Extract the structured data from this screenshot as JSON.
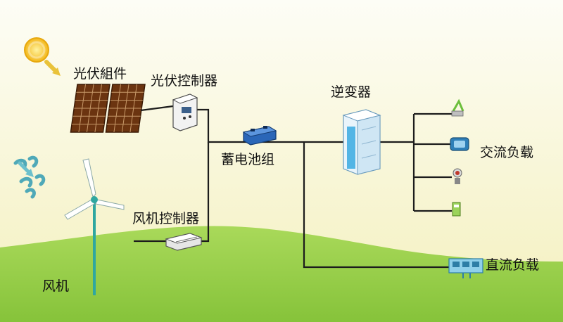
{
  "diagram": {
    "labels": {
      "pv_module": "光伏組件",
      "pv_controller": "光伏控制器",
      "battery_bank": "蓄电池组",
      "inverter": "逆变器",
      "ac_load": "交流负载",
      "wind_controller": "风机控制器",
      "wind_turbine": "风机",
      "dc_load": "直流负载"
    },
    "colors": {
      "sky_top": "#fbfbf0",
      "sky_bottom": "#f6f3c2",
      "ground": "#8fca3e",
      "ground_light": "#a9d95a",
      "wire": "#1c1c1c",
      "panel": "#7a3b12",
      "sun": "#f6c21a",
      "turbine_tower": "#2fa7a0"
    },
    "icons": [
      "sun-icon",
      "solar-panel-icon",
      "controller-box-icon",
      "battery-icon",
      "inverter-cabinet-icon",
      "wind-turbine-icon",
      "wind-swirl-icon",
      "ac-device-icon",
      "dc-device-icon"
    ]
  }
}
